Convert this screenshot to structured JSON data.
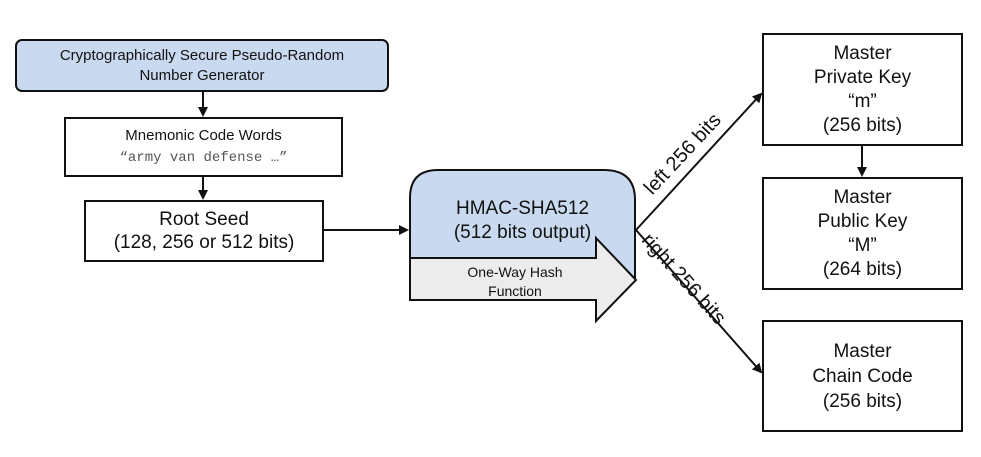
{
  "csprng": {
    "line1": "Cryptographically Secure Pseudo-Random",
    "line2": "Number Generator"
  },
  "mnemonic": {
    "title": "Mnemonic Code Words",
    "words": "“army van defense …”"
  },
  "root_seed": {
    "title": "Root Seed",
    "bits": "(128, 256 or 512 bits)"
  },
  "hmac": {
    "title": "HMAC-SHA512",
    "output": "(512 bits output)"
  },
  "hash_function": {
    "line1": "One-Way Hash",
    "line2": "Function"
  },
  "edges": {
    "left_label": "left 256 bits",
    "right_label": "right 256 bits"
  },
  "master_private": {
    "line1": "Master",
    "line2": "Private Key",
    "line3": "“m”",
    "line4": "(256 bits)"
  },
  "master_public": {
    "line1": "Master",
    "line2": "Public Key",
    "line3": "“M”",
    "line4": "(264 bits)"
  },
  "master_chain": {
    "line1": "Master",
    "line2": "Chain Code",
    "line3": "(256 bits)"
  },
  "colors": {
    "blue_fill": "#c9daf0",
    "arrow_fill": "#ececec",
    "stroke": "#111111"
  }
}
